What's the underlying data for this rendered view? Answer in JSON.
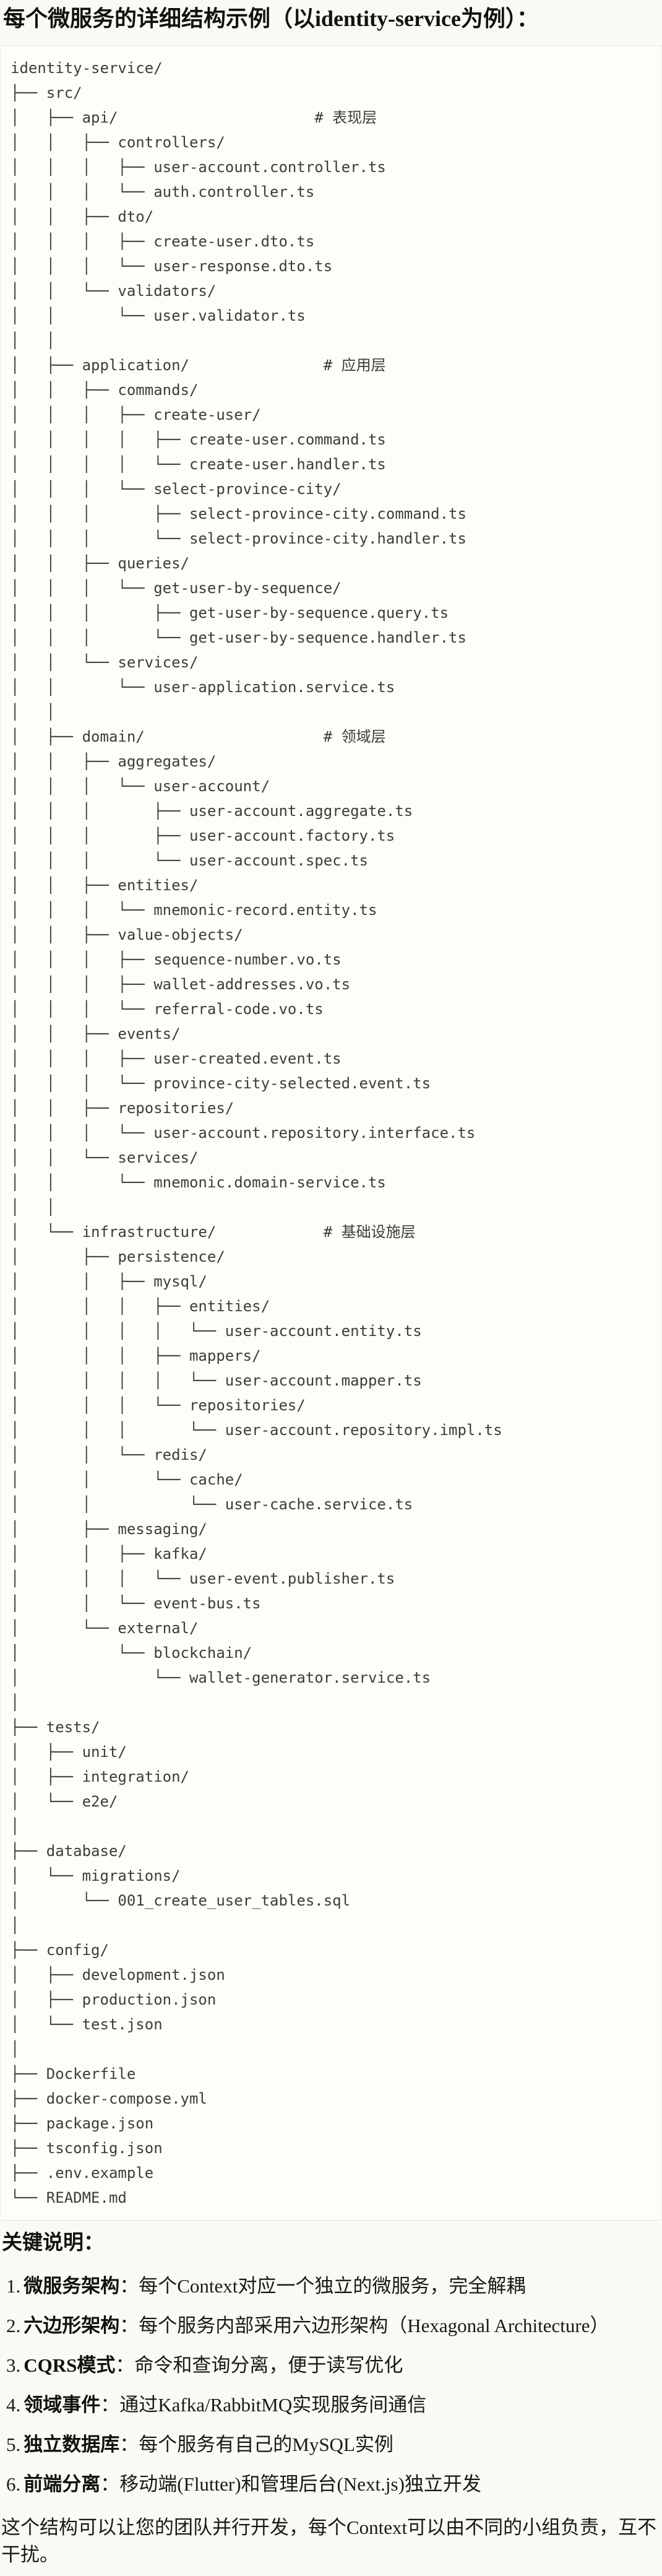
{
  "colors": {
    "page_background": "#faf9f4",
    "code_block_background": "#fdfdfa",
    "code_block_border": "#e7e5dc",
    "code_text": "#3e3c38",
    "body_text": "#1a1915"
  },
  "title": "每个微服务的详细结构示例（以identity-service为例）：",
  "tree": {
    "lines": [
      "identity-service/",
      "├── src/",
      "│   ├── api/                      # 表现层",
      "│   │   ├── controllers/",
      "│   │   │   ├── user-account.controller.ts",
      "│   │   │   └── auth.controller.ts",
      "│   │   ├── dto/",
      "│   │   │   ├── create-user.dto.ts",
      "│   │   │   └── user-response.dto.ts",
      "│   │   └── validators/",
      "│   │       └── user.validator.ts",
      "│   │",
      "│   ├── application/               # 应用层",
      "│   │   ├── commands/",
      "│   │   │   ├── create-user/",
      "│   │   │   │   ├── create-user.command.ts",
      "│   │   │   │   └── create-user.handler.ts",
      "│   │   │   └── select-province-city/",
      "│   │   │       ├── select-province-city.command.ts",
      "│   │   │       └── select-province-city.handler.ts",
      "│   │   ├── queries/",
      "│   │   │   └── get-user-by-sequence/",
      "│   │   │       ├── get-user-by-sequence.query.ts",
      "│   │   │       └── get-user-by-sequence.handler.ts",
      "│   │   └── services/",
      "│   │       └── user-application.service.ts",
      "│   │",
      "│   ├── domain/                    # 领域层",
      "│   │   ├── aggregates/",
      "│   │   │   └── user-account/",
      "│   │   │       ├── user-account.aggregate.ts",
      "│   │   │       ├── user-account.factory.ts",
      "│   │   │       └── user-account.spec.ts",
      "│   │   ├── entities/",
      "│   │   │   └── mnemonic-record.entity.ts",
      "│   │   ├── value-objects/",
      "│   │   │   ├── sequence-number.vo.ts",
      "│   │   │   ├── wallet-addresses.vo.ts",
      "│   │   │   └── referral-code.vo.ts",
      "│   │   ├── events/",
      "│   │   │   ├── user-created.event.ts",
      "│   │   │   └── province-city-selected.event.ts",
      "│   │   ├── repositories/",
      "│   │   │   └── user-account.repository.interface.ts",
      "│   │   └── services/",
      "│   │       └── mnemonic.domain-service.ts",
      "│   │",
      "│   └── infrastructure/            # 基础设施层",
      "│       ├── persistence/",
      "│       │   ├── mysql/",
      "│       │   │   ├── entities/",
      "│       │   │   │   └── user-account.entity.ts",
      "│       │   │   ├── mappers/",
      "│       │   │   │   └── user-account.mapper.ts",
      "│       │   │   └── repositories/",
      "│       │   │       └── user-account.repository.impl.ts",
      "│       │   └── redis/",
      "│       │       └── cache/",
      "│       │           └── user-cache.service.ts",
      "│       ├── messaging/",
      "│       │   ├── kafka/",
      "│       │   │   └── user-event.publisher.ts",
      "│       │   └── event-bus.ts",
      "│       └── external/",
      "│           └── blockchain/",
      "│               └── wallet-generator.service.ts",
      "│",
      "├── tests/",
      "│   ├── unit/",
      "│   ├── integration/",
      "│   └── e2e/",
      "│",
      "├── database/",
      "│   └── migrations/",
      "│       └── 001_create_user_tables.sql",
      "│",
      "├── config/",
      "│   ├── development.json",
      "│   ├── production.json",
      "│   └── test.json",
      "│",
      "├── Dockerfile",
      "├── docker-compose.yml",
      "├── package.json",
      "├── tsconfig.json",
      "├── .env.example",
      "└── README.md"
    ]
  },
  "notes": {
    "heading": "关键说明：",
    "items": [
      {
        "num": "1.",
        "label": "微服务架构",
        "text": "：每个Context对应一个独立的微服务，完全解耦"
      },
      {
        "num": "2.",
        "label": "六边形架构",
        "text": "：每个服务内部采用六边形架构（Hexagonal Architecture）"
      },
      {
        "num": "3.",
        "label": "CQRS模式",
        "text": "：命令和查询分离，便于读写优化"
      },
      {
        "num": "4.",
        "label": "领域事件",
        "text": "：通过Kafka/RabbitMQ实现服务间通信"
      },
      {
        "num": "5.",
        "label": "独立数据库",
        "text": "：每个服务有自己的MySQL实例"
      },
      {
        "num": "6.",
        "label": "前端分离",
        "text": "：移动端(Flutter)和管理后台(Next.js)独立开发"
      }
    ],
    "closing": "这个结构可以让您的团队并行开发，每个Context可以由不同的小组负责，互不干扰。"
  }
}
